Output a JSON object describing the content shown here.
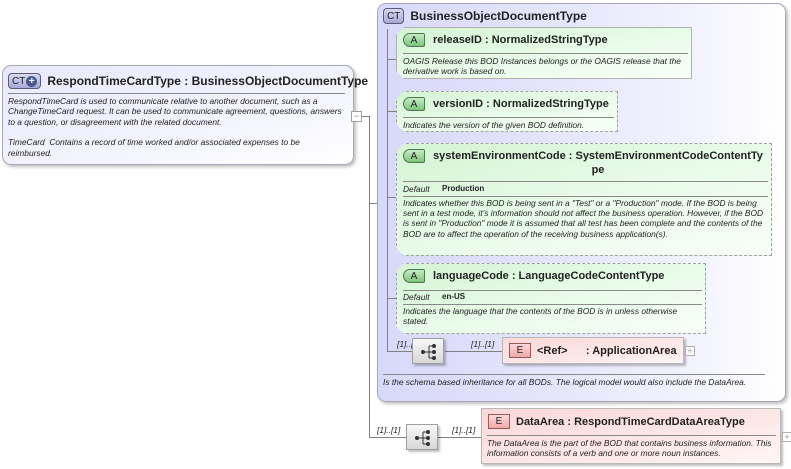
{
  "root_type": {
    "badge": "CT",
    "badge_icon": "plus-icon",
    "title": "RespondTimeCardType : BusinessObjectDocumentType",
    "doc": [
      "RespondTimeCard is used to communicate relative to another document, such as a ChangeTimeCard request. It can be used to communicate agreement, questions, answers to a question, or disagreement with the related document.",
      "TimeCard  Contains a record of time worked and/or associated expenses to be reimbursed."
    ],
    "collapse_symbol": "−"
  },
  "base_type": {
    "badge": "CT",
    "title": "BusinessObjectDocumentType",
    "attributes": [
      {
        "badge": "A",
        "name": "releaseID : NormalizedStringType",
        "doc": "OAGIS Release this BOD Instances belongs or the OAGIS release that the derivative work is based on.",
        "required": true
      },
      {
        "badge": "A",
        "name": "versionID : NormalizedStringType",
        "doc": "Indicates the version of the given BOD definition.",
        "required": false
      },
      {
        "badge": "A",
        "name": "systemEnvironmentCode : SystemEnvironmentCodeContentTy pe",
        "default_label": "Default",
        "default_value": "Production",
        "doc": "Indicates whether this BOD is being sent in a \"Test\" or a \"Production\" mode. If the BOD is being sent in a test mode, it's information should not affect the business operation. However, if the BOD is sent in \"Production\" mode it is assumed that all test has been complete and the contents of the BOD are to affect the operation of the receiving business application(s).",
        "required": false
      },
      {
        "badge": "A",
        "name": "languageCode : LanguageCodeContentType",
        "default_label": "Default",
        "default_value": "en-US",
        "doc": "Indicates the language that the contents of the BOD is in unless otherwise stated.",
        "required": false
      }
    ],
    "sequence": {
      "cardinality": "[1]..[1]",
      "element": {
        "badge": "E",
        "cardinality": "[1]..[1]",
        "name": "<Ref>      : ApplicationArea",
        "expand_symbol": "+"
      }
    },
    "doc": "Is the schema based inheritance for all BODs. The logical model would also include the DataArea."
  },
  "extension_sequence": {
    "cardinality": "[1]..[1]",
    "element": {
      "badge": "E",
      "cardinality": "[1]..[1]",
      "name": "DataArea : RespondTimeCardDataAreaType",
      "doc": "The DataArea is the part of the BOD that contains business information. This information consists of a verb and one or more noun instances.",
      "expand_symbol": "+"
    }
  }
}
